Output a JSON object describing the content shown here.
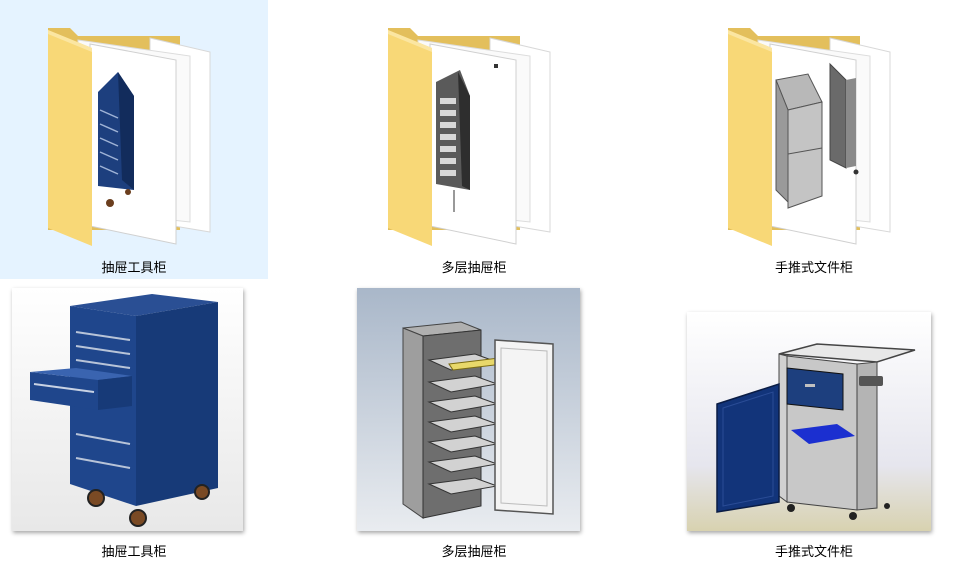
{
  "items": [
    {
      "label": "抽屉工具柜",
      "kind": "folder",
      "selected": true
    },
    {
      "label": "多层抽屉柜",
      "kind": "folder",
      "selected": false
    },
    {
      "label": "手推式文件柜",
      "kind": "folder",
      "selected": false
    },
    {
      "label": "抽屉工具柜",
      "kind": "image",
      "selected": false
    },
    {
      "label": "多层抽屉柜",
      "kind": "image",
      "selected": false
    },
    {
      "label": "手推式文件柜",
      "kind": "image",
      "selected": false
    }
  ],
  "colors": {
    "selection": "#e5f3ff",
    "folder_back": "#e8c86a",
    "folder_front": "#f8d877",
    "cabinet_blue": "#1d3f7e"
  }
}
